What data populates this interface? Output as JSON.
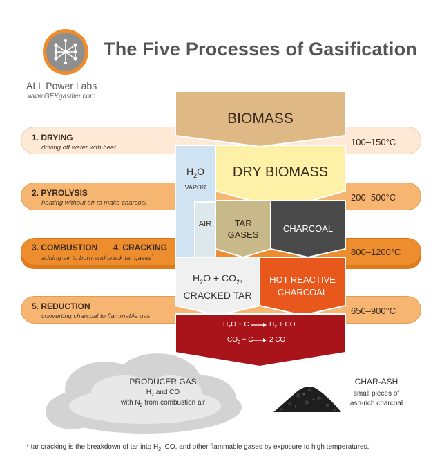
{
  "title": "The Five Processes of Gasification",
  "brand": {
    "name": "ALL Power Labs",
    "website": "www.GEKgasifier.com"
  },
  "colors": {
    "biomass": "#deb985",
    "dry_biomass": "#fdf1a8",
    "vapor": "#cfe3f2",
    "air": "#dce8ec",
    "tar_gases": "#c8b98a",
    "charcoal": "#4a4a4a",
    "cracked_tar": "#f0f0f0",
    "hot_reactive_charcoal": "#e8571b",
    "reduction": "#a8141a"
  },
  "stages": [
    {
      "name": "1. DRYING",
      "desc": "driving off water with heat",
      "temp": "100–150°C"
    },
    {
      "name": "2. PYROLYSIS",
      "desc": "heating without air to make charcoal",
      "temp": "200–500°C"
    },
    {
      "name_a": "3. COMBUSTION",
      "name_b": "4. CRACKING",
      "desc": "adding air to burn and crack tar gases",
      "desc_mark": "*",
      "temp": "800–1200°C"
    },
    {
      "name": "5. REDUCTION",
      "desc": "converting charcoal to flammable gas",
      "temp": "650–900°C"
    }
  ],
  "flow": {
    "biomass": "BIOMASS",
    "dry_biomass": "DRY BIOMASS",
    "h2o_h": "H",
    "h2o_2": "2",
    "h2o_o": "O",
    "vapor": "VAPOR",
    "air": "AIR",
    "tar_line1": "TAR",
    "tar_line2": "GASES",
    "charcoal": "CHARCOAL",
    "cracked_h": "H",
    "cracked_2a": "2",
    "cracked_o_co": "O + CO",
    "cracked_2b": "2",
    "cracked_comma": ",",
    "cracked_line2": "CRACKED TAR",
    "hot_line1": "HOT REACTIVE",
    "hot_line2": "CHARCOAL",
    "reaction1": {
      "lhs_h": "H",
      "lhs_2": "2",
      "lhs_rest": "O + C",
      "rhs_h": "H",
      "rhs_2": "2",
      "rhs_rest": " + CO"
    },
    "reaction2": {
      "lhs_co": "CO",
      "lhs_2": "2",
      "lhs_rest": " + C",
      "rhs": "2 CO"
    }
  },
  "outputs": {
    "producer_gas": {
      "title": "PRODUCER GAS",
      "line2_h": "H",
      "line2_2": "2",
      "line2_rest": " and CO",
      "line3_pre": "with N",
      "line3_2": "2",
      "line3_rest": " from combustion air"
    },
    "char_ash": {
      "title": "CHAR-ASH",
      "line2": "small pieces of",
      "line3": "ash-rich charcoal"
    }
  },
  "footnote": {
    "pre": "* tar cracking is the breakdown of tar into H",
    "sub": "2",
    "post": ", CO, and other flammable gases by exposure to high temperatures."
  }
}
